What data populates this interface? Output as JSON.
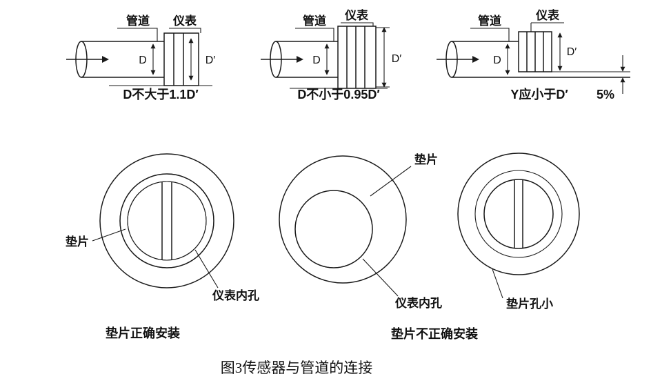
{
  "colors": {
    "line": "#1a1a1a",
    "background": "#ffffff"
  },
  "pipe_diagrams": [
    {
      "pipe_label": "管道",
      "instrument_label": "仪表",
      "diameter_label": "D",
      "bore_label": "D′",
      "caption": "D不大于1.1D′"
    },
    {
      "pipe_label": "管道",
      "instrument_label": "仪表",
      "diameter_label": "D",
      "bore_label": "D′",
      "caption": "D不小于0.95D′"
    },
    {
      "pipe_label": "管道",
      "instrument_label": "仪表",
      "diameter_label": "D",
      "bore_label": "D′",
      "caption": "Y应小于D′",
      "offset_percent_label": "5%"
    }
  ],
  "gasket_diagrams": {
    "correct": {
      "gasket_label": "垫片",
      "bore_label": "仪表内孔",
      "caption": "垫片正确安装"
    },
    "offset": {
      "gasket_label": "垫片",
      "bore_label": "仪表内孔"
    },
    "small_hole": {
      "label": "垫片孔小"
    },
    "incorrect_caption": "垫片不正确安装"
  },
  "figure_title": "图3传感器与管道的连接"
}
